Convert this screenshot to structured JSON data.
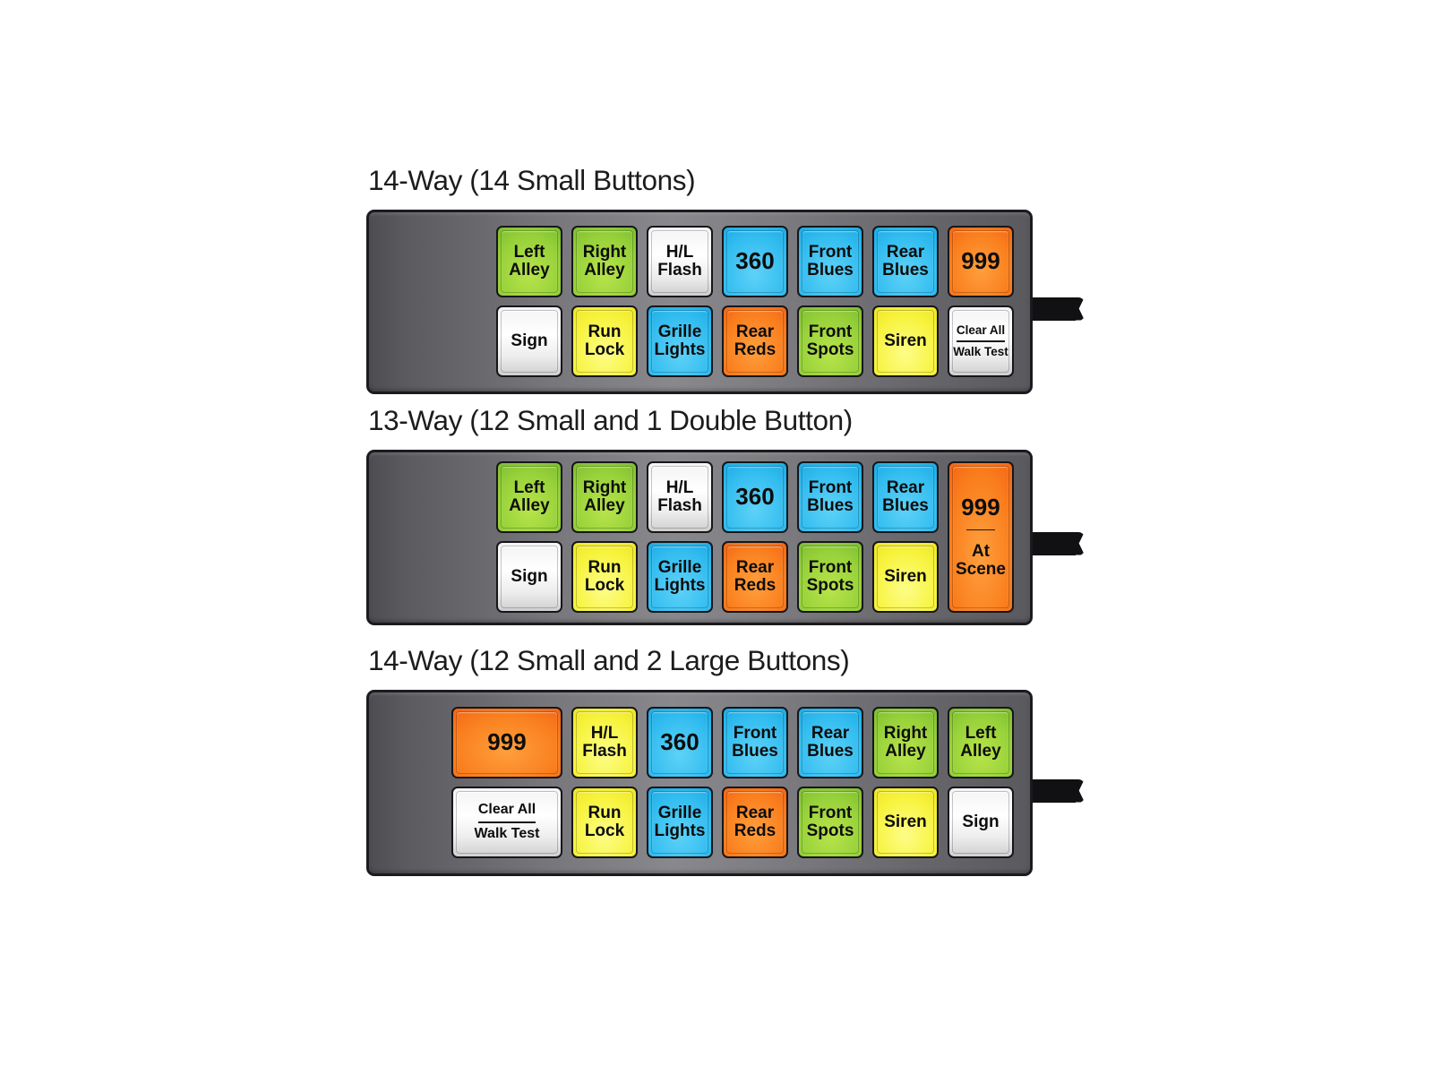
{
  "page": {
    "background": "#ffffff",
    "colors": {
      "panel_dark": "#4e4e52",
      "panel_light": "#89898d",
      "panel_border": "#1b1b1f",
      "button_border": "#16161a",
      "green": "#97d13a",
      "blue": "#33bdf0",
      "yellow": "#f7f33e",
      "orange": "#fa7f1e",
      "white": "#ffffff",
      "connector": "#111114",
      "text": "#0d0d0d"
    }
  },
  "panels": [
    {
      "id": "panel-14-way-small",
      "title": "14-Way (14 Small Buttons)",
      "layout": "small",
      "connector_label": "ribbon-connector",
      "rows": [
        [
          {
            "label": "Left\nAlley",
            "color": "green",
            "size": "small"
          },
          {
            "label": "Right\nAlley",
            "color": "green",
            "size": "small"
          },
          {
            "label": "H/L\nFlash",
            "color": "white",
            "size": "small"
          },
          {
            "label": "360",
            "color": "blue",
            "size": "small",
            "style": "big-num"
          },
          {
            "label": "Front\nBlues",
            "color": "blue",
            "size": "small"
          },
          {
            "label": "Rear\nBlues",
            "color": "blue",
            "size": "small"
          },
          {
            "label": "999",
            "color": "orange",
            "size": "small",
            "style": "big-num"
          }
        ],
        [
          {
            "label": "Sign",
            "color": "white",
            "size": "small"
          },
          {
            "label": "Run\nLock",
            "color": "yellow",
            "size": "small"
          },
          {
            "label": "Grille\nLights",
            "color": "blue",
            "size": "small"
          },
          {
            "label": "Rear\nReds",
            "color": "orange",
            "size": "small"
          },
          {
            "label": "Front\nSpots",
            "color": "green",
            "size": "small"
          },
          {
            "label": "Siren",
            "color": "yellow",
            "size": "small"
          },
          {
            "label": "Clear All|Walk Test",
            "color": "white",
            "size": "small",
            "style": "divided"
          }
        ]
      ]
    },
    {
      "id": "panel-13-way-double",
      "title": "13-Way (12 Small and 1 Double Button)",
      "layout": "double",
      "connector_label": "ribbon-connector",
      "rows": [
        [
          {
            "label": "Left\nAlley",
            "color": "green",
            "size": "small"
          },
          {
            "label": "Right\nAlley",
            "color": "green",
            "size": "small"
          },
          {
            "label": "H/L\nFlash",
            "color": "white",
            "size": "small"
          },
          {
            "label": "360",
            "color": "blue",
            "size": "small",
            "style": "big-num"
          },
          {
            "label": "Front\nBlues",
            "color": "blue",
            "size": "small"
          },
          {
            "label": "Rear\nBlues",
            "color": "blue",
            "size": "small"
          }
        ],
        [
          {
            "label": "Sign",
            "color": "white",
            "size": "small"
          },
          {
            "label": "Run\nLock",
            "color": "yellow",
            "size": "small"
          },
          {
            "label": "Grille\nLights",
            "color": "blue",
            "size": "small"
          },
          {
            "label": "Rear\nReds",
            "color": "orange",
            "size": "small"
          },
          {
            "label": "Front\nSpots",
            "color": "green",
            "size": "small"
          },
          {
            "label": "Siren",
            "color": "yellow",
            "size": "small"
          }
        ]
      ],
      "double_button": {
        "label": "999|At\nScene",
        "color": "orange",
        "size": "double",
        "style": "divided-num"
      }
    },
    {
      "id": "panel-14-way-large",
      "title": "14-Way (12 Small and 2 Large Buttons)",
      "layout": "large",
      "connector_label": "ribbon-connector",
      "rows": [
        [
          {
            "label": "999",
            "color": "orange",
            "size": "large",
            "style": "big-num"
          },
          {
            "label": "H/L\nFlash",
            "color": "yellow",
            "size": "small"
          },
          {
            "label": "360",
            "color": "blue",
            "size": "small",
            "style": "big-num"
          },
          {
            "label": "Front\nBlues",
            "color": "blue",
            "size": "small"
          },
          {
            "label": "Rear\nBlues",
            "color": "blue",
            "size": "small"
          },
          {
            "label": "Right\nAlley",
            "color": "green",
            "size": "small"
          },
          {
            "label": "Left\nAlley",
            "color": "green",
            "size": "small"
          }
        ],
        [
          {
            "label": "Clear All|Walk Test",
            "color": "white",
            "size": "large",
            "style": "divided"
          },
          {
            "label": "Run\nLock",
            "color": "yellow",
            "size": "small"
          },
          {
            "label": "Grille\nLights",
            "color": "blue",
            "size": "small"
          },
          {
            "label": "Rear\nReds",
            "color": "orange",
            "size": "small"
          },
          {
            "label": "Front\nSpots",
            "color": "green",
            "size": "small"
          },
          {
            "label": "Siren",
            "color": "yellow",
            "size": "small"
          },
          {
            "label": "Sign",
            "color": "white",
            "size": "small"
          }
        ]
      ]
    }
  ]
}
